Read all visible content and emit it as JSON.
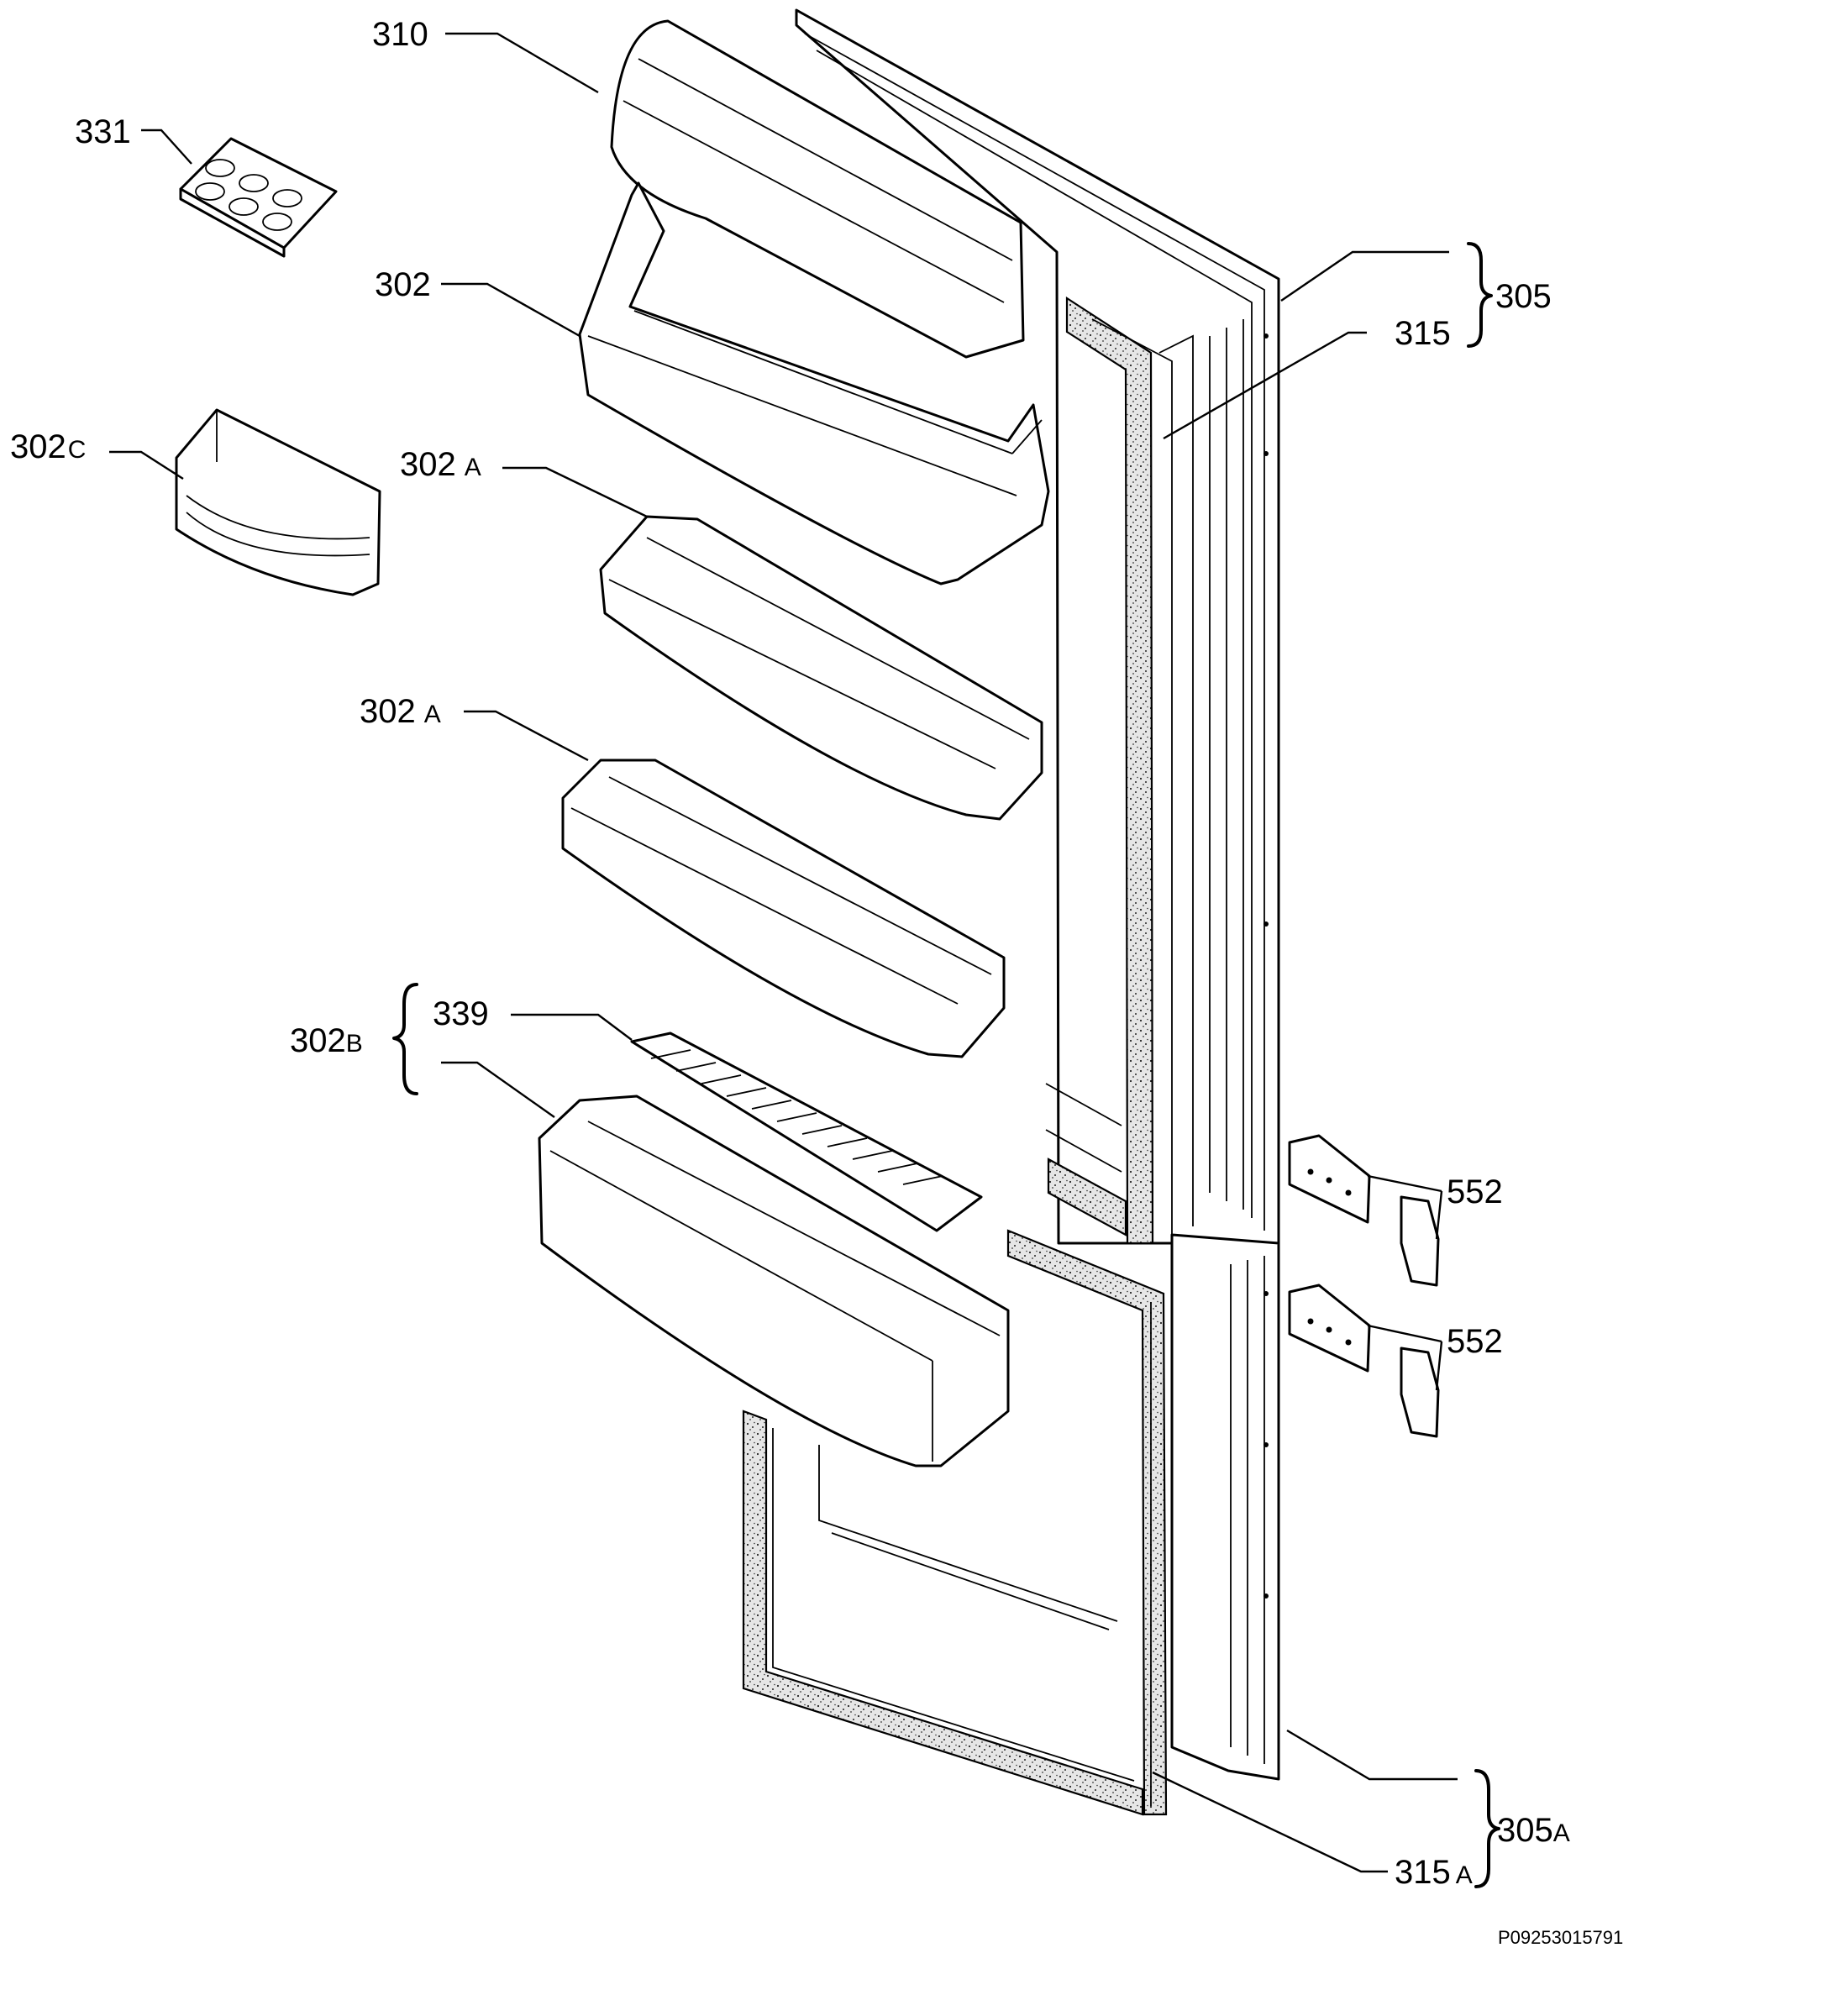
{
  "parts": {
    "p310": "310",
    "p331": "331",
    "p302": "302",
    "p302c_num": "302",
    "p302c_suf": "C",
    "p302a1_num": "302",
    "p302a1_suf": "A",
    "p302a2_num": "302",
    "p302a2_suf": "A",
    "p302b_num": "302",
    "p302b_suf": "B",
    "p339": "339",
    "p305": "305",
    "p315": "315",
    "p552a": "552",
    "p552b": "552",
    "p305a_num": "305",
    "p305a_suf": "A",
    "p315a_num": "315",
    "p315a_suf": "A"
  },
  "drawing_code": "P09253015791"
}
